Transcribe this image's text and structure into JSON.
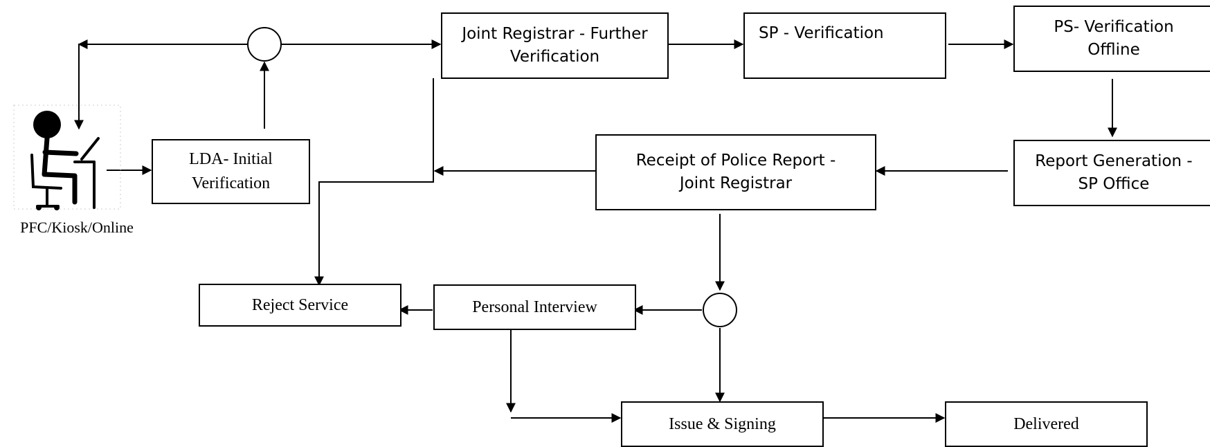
{
  "nodes": {
    "joint_registrar_further": "Joint Registrar - Further Verification",
    "sp_verification": "SP - Verification",
    "ps_verification_offline": "PS- Verification Offline",
    "lda_initial": "LDA- Initial Verification",
    "receipt_police_report": "Receipt of Police Report - Joint Registrar",
    "report_generation": "Report Generation - SP Office",
    "reject_service": "Reject Service",
    "personal_interview": "Personal Interview",
    "issue_signing": "Issue & Signing",
    "delivered": "Delivered"
  },
  "applicant": {
    "label": "PFC/Kiosk/Online",
    "icon": "person-at-computer-icon"
  },
  "colors": {
    "line": "#000000",
    "box_border": "#000000",
    "background": "#ffffff"
  }
}
